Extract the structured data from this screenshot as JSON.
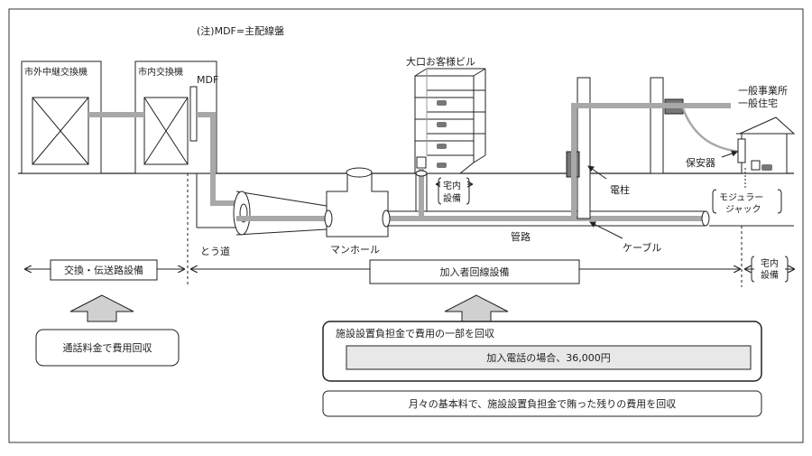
{
  "note": "(注)MDF=主配線盤",
  "boxes": {
    "toll_exchange": "市外中継交換機",
    "local_exchange": "市内交換機",
    "mdf": "MDF"
  },
  "building": {
    "name": "大口お客様ビル",
    "indoor_label_1": "宅内",
    "indoor_label_2": "設備"
  },
  "customer": {
    "line1": "一般事業所",
    "line2": "一般住宅",
    "protector": "保安器",
    "modular_1": "モジュラー",
    "modular_2": "ジャック"
  },
  "labels": {
    "pole": "電柱",
    "tunnel": "とう道",
    "manhole": "マンホール",
    "conduit": "管路",
    "cable": "ケーブル"
  },
  "sections": {
    "exchange": "交換・伝送路設備",
    "subscriber": "加入者回線設備",
    "indoor_1": "宅内",
    "indoor_2": "設備"
  },
  "recovery": {
    "call_charges": "通話料金で費用回収",
    "installation_title": "施設設置負担金で費用の一部を回収",
    "installation_amount": "加入電話の場合、36,000円",
    "monthly": "月々の基本料で、施設設置負担金で賄った残りの費用を回収"
  },
  "colors": {
    "cable": "#a8a8a8",
    "fill_light": "#e8e8e8",
    "fill_dark": "#777777",
    "line": "#222222"
  }
}
